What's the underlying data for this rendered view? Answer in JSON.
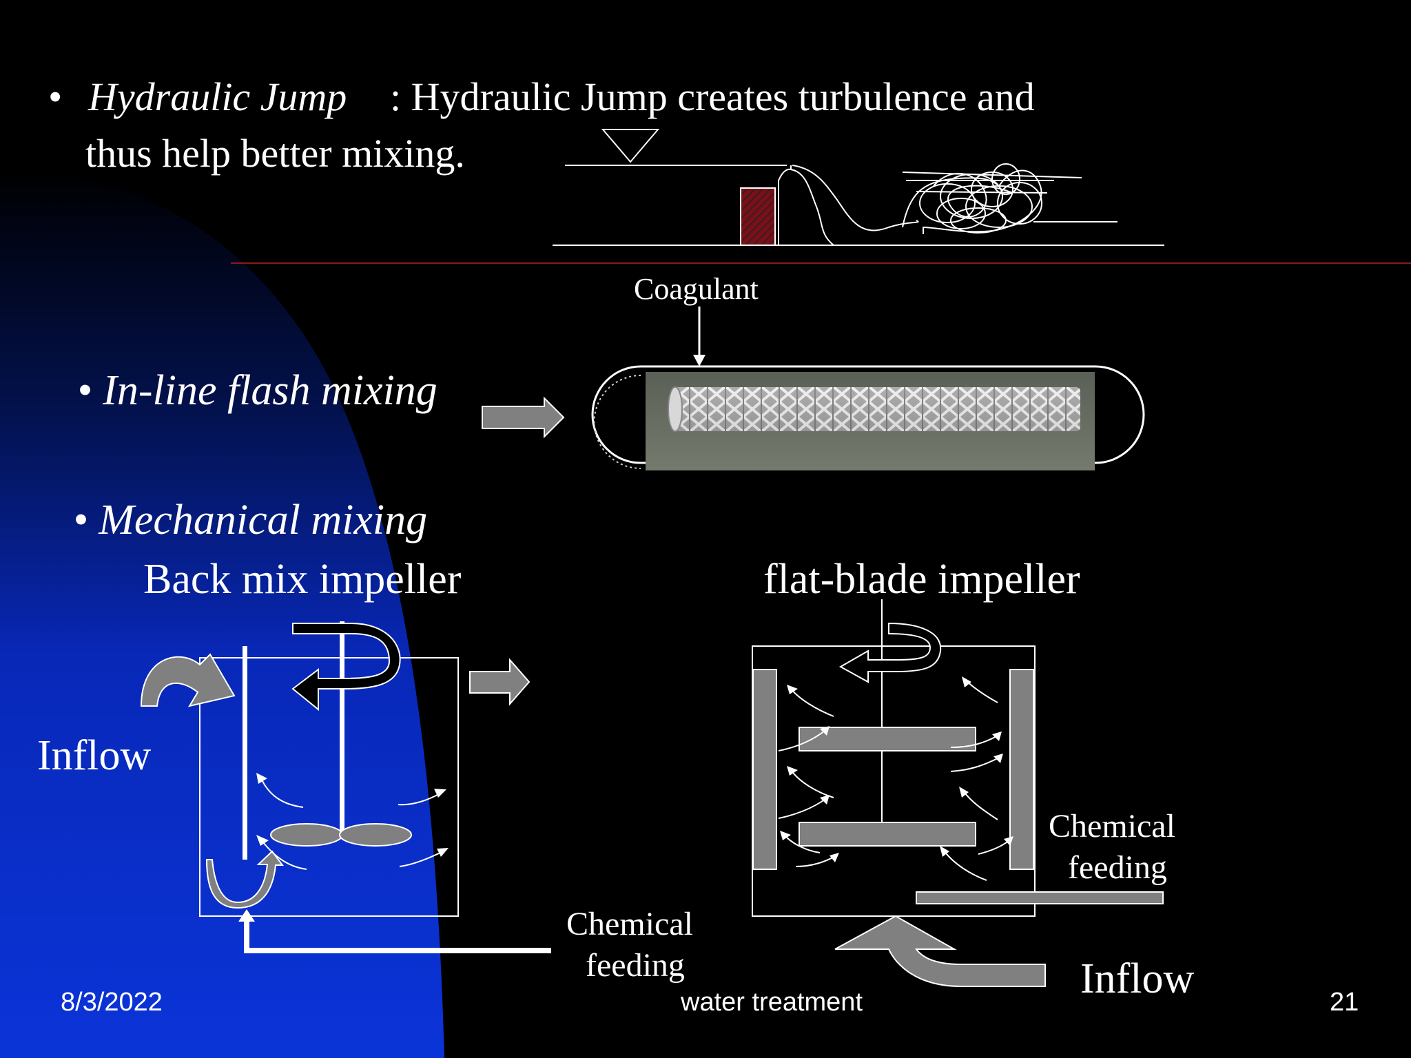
{
  "slide": {
    "bullet1": {
      "bullet": "•",
      "term": "Hydraulic Jump",
      "rest_line1": ": Hydraulic Jump creates turbulence and",
      "line2": "thus help better mixing."
    },
    "bullet2": {
      "text": "• In-line flash mixing"
    },
    "bullet3": {
      "text": "• Mechanical mixing"
    },
    "inline_diagram": {
      "coagulant_label": "Coagulant"
    },
    "back_mix": {
      "title": "Back mix impeller",
      "inflow_label": "Inflow",
      "chemical_line1": "Chemical",
      "chemical_line2": "feeding"
    },
    "flat_blade": {
      "title": "flat-blade impeller",
      "chemical_line1": "Chemical",
      "chemical_line2": "feeding",
      "inflow_label": "Inflow"
    },
    "footer": {
      "date": "8/3/2022",
      "center": "water treatment",
      "page_number": "21"
    }
  },
  "colors": {
    "background": "#000000",
    "blue_gradient": "#0a2fd0",
    "accent_red": "#8b1a1a",
    "shape_gray": "#808080"
  }
}
